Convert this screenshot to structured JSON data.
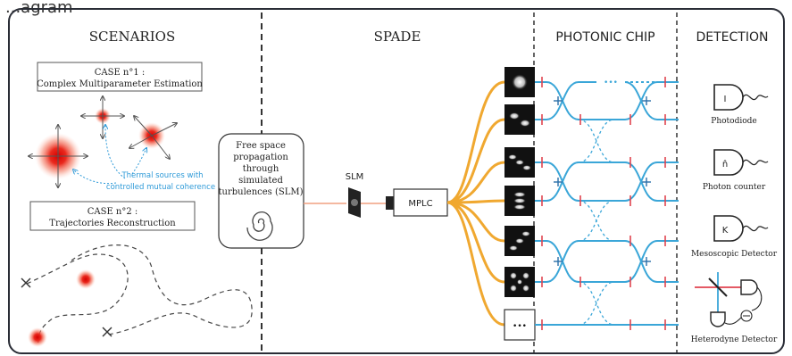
{
  "top_fragment": "...agram",
  "sections": {
    "scenarios": "SCENARIOS",
    "spade": "SPADE",
    "photonic_chip": "PHOTONIC CHIP",
    "detection": "DETECTION"
  },
  "case1": {
    "title": "CASE n°1 :",
    "subtitle": "Complex Multiparameter Estimation"
  },
  "case2": {
    "title": "CASE n°2 :",
    "subtitle": "Trajectories Reconstruction"
  },
  "thermal_note": {
    "line1": "Thermal sources with",
    "line2": "controlled mutual coherence"
  },
  "propagation": {
    "lines": [
      "Free space",
      "propagation",
      "through",
      "simulated",
      "turbulences (SLM)"
    ]
  },
  "slm_label": "SLM",
  "mplc_label": "MPLC",
  "ellipsis_box": "•••",
  "chip_ellipsis": "•••",
  "detectors": [
    {
      "symbol": "I",
      "label": "Photodiode"
    },
    {
      "symbol": "n̂",
      "label": "Photon counter"
    },
    {
      "symbol": "K",
      "label": "Mesoscopic Detector"
    },
    {
      "symbol": "",
      "label": "Heterodyne Detector"
    }
  ],
  "colors": {
    "orange": "#f0a830",
    "blue": "#3aa6d8",
    "red_mark": "#e0434f",
    "source_red": "#e31b1b",
    "note_blue": "#2e9ad8",
    "frame": "#2a2d36"
  }
}
